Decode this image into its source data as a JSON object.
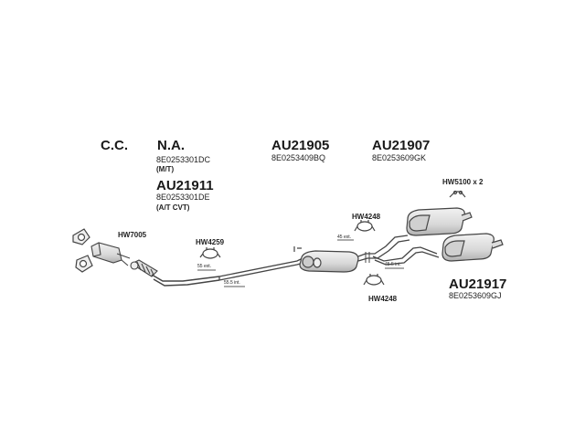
{
  "header": {
    "cc_label": "C.C.",
    "na_label": "N.A."
  },
  "parts": {
    "front_mt": {
      "oem": "8E0253301DC",
      "note": "(M/T)"
    },
    "front_at": {
      "number": "AU21911",
      "oem": "8E0253301DE",
      "note": "(A/T CVT)"
    },
    "center": {
      "number": "AU21905",
      "oem": "8E0253409BQ"
    },
    "rear_upper": {
      "number": "AU21907",
      "oem": "8E0253609GK"
    },
    "rear_lower": {
      "number": "AU21917",
      "oem": "8E0253609GJ"
    }
  },
  "hardware": {
    "hw7005": "HW7005",
    "hw4259": "HW4259",
    "hw4248_top": "HW4248",
    "hw4248_bottom": "HW4248",
    "hw5100": "HW5100 x 2"
  },
  "dimensions": {
    "d55ext": "55 ext.",
    "d555int": "55.5 int.",
    "d45ext": "45 ext.",
    "d455int": "45.5 int."
  },
  "colors": {
    "line": "#444444",
    "fill": "#e6e6e6",
    "shade": "#bdbdbd"
  }
}
